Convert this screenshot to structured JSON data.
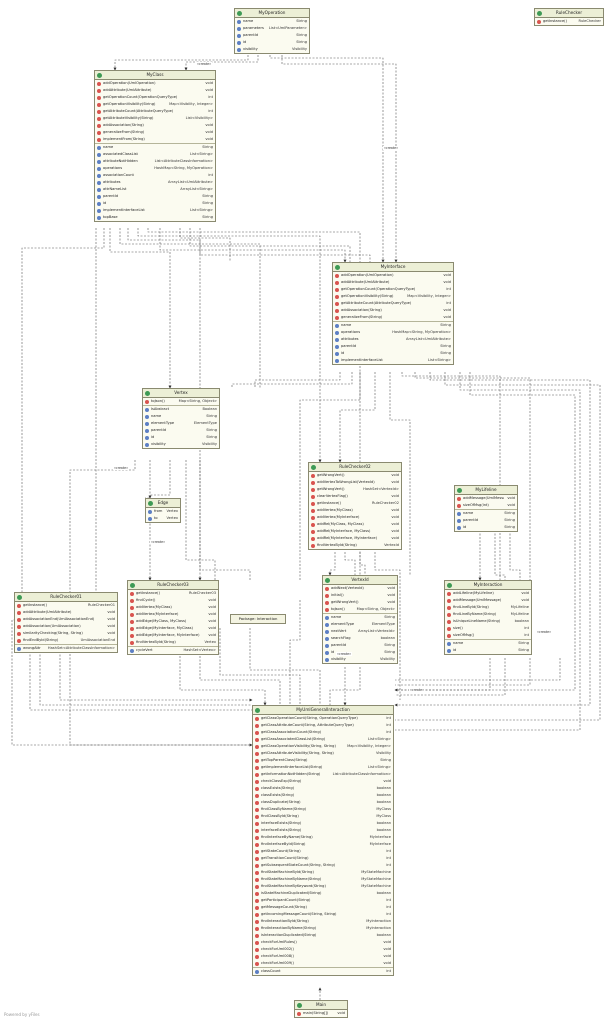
{
  "colors": {
    "header": "#ecefd6",
    "box": "#fbfbf0",
    "border": "#8a8a70",
    "class_icon": "#3e9a55",
    "method_icon": "#d9544f",
    "field_icon": "#5d7fc4"
  },
  "classes": {
    "rulechecker": {
      "title": "RuleChecker",
      "sections": [
        [
          {
            "k": "m",
            "n": "getInstance()",
            "t": "RuleChecker"
          }
        ]
      ]
    },
    "myoperation": {
      "title": "MyOperation",
      "sections": [
        [
          {
            "k": "f",
            "n": "name",
            "t": "String"
          },
          {
            "k": "f",
            "n": "parameters",
            "t": "List<UmlParameter>"
          },
          {
            "k": "f",
            "n": "parentId",
            "t": "String"
          },
          {
            "k": "f",
            "n": "id",
            "t": "String"
          },
          {
            "k": "f",
            "n": "visibility",
            "t": "Visibility"
          }
        ]
      ]
    },
    "myclass": {
      "title": "MyClass",
      "sections": [
        [
          {
            "k": "m",
            "n": "addOperation(UmlOperation)",
            "t": "void"
          },
          {
            "k": "m",
            "n": "addAttribute(UmlAttribute)",
            "t": "void"
          },
          {
            "k": "m",
            "n": "getOperationCount(OperationQueryType)",
            "t": "int"
          },
          {
            "k": "m",
            "n": "getOperationVisibility(String)",
            "t": "Map<Visibility, Integer>"
          },
          {
            "k": "m",
            "n": "getAttributeCount(AttributeQueryType)",
            "t": "int"
          },
          {
            "k": "m",
            "n": "getAttributeVisibility(String)",
            "t": "List<Visibility>"
          },
          {
            "k": "m",
            "n": "addAssociation(String)",
            "t": "void"
          },
          {
            "k": "m",
            "n": "generalizeFrom(String)",
            "t": "void"
          },
          {
            "k": "m",
            "n": "implementFrom(String)",
            "t": "void"
          }
        ],
        [
          {
            "k": "f",
            "n": "name",
            "t": "String"
          },
          {
            "k": "f",
            "n": "associatedClassList",
            "t": "List<String>"
          },
          {
            "k": "f",
            "n": "attributeNotHidden",
            "t": "List<AttributeClassInformation>"
          },
          {
            "k": "f",
            "n": "operations",
            "t": "HashMap<String, MyOperation>"
          },
          {
            "k": "f",
            "n": "associationCount",
            "t": "int"
          },
          {
            "k": "f",
            "n": "attributes",
            "t": "ArrayList<UmlAttribute>"
          },
          {
            "k": "f",
            "n": "attrNameList",
            "t": "ArrayList<String>"
          },
          {
            "k": "f",
            "n": "parentId",
            "t": "String"
          },
          {
            "k": "f",
            "n": "id",
            "t": "String"
          },
          {
            "k": "f",
            "n": "implementInterfaceList",
            "t": "List<String>"
          },
          {
            "k": "f",
            "n": "topBase",
            "t": "String"
          }
        ]
      ]
    },
    "myinterface": {
      "title": "MyInterface",
      "sections": [
        [
          {
            "k": "m",
            "n": "addOperation(UmlOperation)",
            "t": "void"
          },
          {
            "k": "m",
            "n": "addAttribute(UmlAttribute)",
            "t": "void"
          },
          {
            "k": "m",
            "n": "getOperationCount(OperationQueryType)",
            "t": "int"
          },
          {
            "k": "m",
            "n": "getOperationVisibility(String)",
            "t": "Map<Visibility, Integer>"
          },
          {
            "k": "m",
            "n": "getAttributeCount(AttributeQueryType)",
            "t": "int"
          },
          {
            "k": "m",
            "n": "addAssociation(String)",
            "t": "void"
          },
          {
            "k": "m",
            "n": "generalizeFrom(String)",
            "t": "void"
          }
        ],
        [
          {
            "k": "f",
            "n": "name",
            "t": "String"
          },
          {
            "k": "f",
            "n": "operations",
            "t": "HashMap<String, MyOperation>"
          },
          {
            "k": "f",
            "n": "attributes",
            "t": "ArrayList<UmlAttribute>"
          },
          {
            "k": "f",
            "n": "parentId",
            "t": "String"
          },
          {
            "k": "f",
            "n": "id",
            "t": "String"
          },
          {
            "k": "f",
            "n": "implementInterfaceList",
            "t": "List<String>"
          }
        ]
      ]
    },
    "vertex": {
      "title": "Vertex",
      "sections": [
        [
          {
            "k": "m",
            "n": "toJson()",
            "t": "Map<String, Object>"
          }
        ],
        [
          {
            "k": "f",
            "n": "IsAbstract",
            "t": "Boolean"
          },
          {
            "k": "f",
            "n": "name",
            "t": "String"
          },
          {
            "k": "f",
            "n": "elementType",
            "t": "ElementType"
          },
          {
            "k": "f",
            "n": "parentId",
            "t": "String"
          },
          {
            "k": "f",
            "n": "id",
            "t": "String"
          },
          {
            "k": "f",
            "n": "visibility",
            "t": "Visibility"
          }
        ]
      ]
    },
    "rulechecker02": {
      "title": "RuleChecker02",
      "sections": [
        [
          {
            "k": "m",
            "n": "getWrongVert()",
            "t": "void"
          },
          {
            "k": "m",
            "n": "addVertexToWrongList(VertexId)",
            "t": "void"
          },
          {
            "k": "m",
            "n": "getWrongVert()",
            "t": "HashSet<VertexId>"
          },
          {
            "k": "m",
            "n": "clearVertexFlag()",
            "t": "void"
          },
          {
            "k": "m",
            "n": "getInstance()",
            "t": "RuleChecker02"
          },
          {
            "k": "m",
            "n": "addVertex(MyClass)",
            "t": "void"
          },
          {
            "k": "m",
            "n": "addVertex(MyInterface)",
            "t": "void"
          },
          {
            "k": "m",
            "n": "addRel(MyClass, MyClass)",
            "t": "void"
          },
          {
            "k": "m",
            "n": "addRel(MyInterface, MyClass)",
            "t": "void"
          },
          {
            "k": "m",
            "n": "addRel(MyInterface, MyInterface)",
            "t": "void"
          },
          {
            "k": "m",
            "n": "findVertexById(String)",
            "t": "VertexId"
          }
        ]
      ]
    },
    "mylifeline": {
      "title": "MyLifeline",
      "sections": [
        [
          {
            "k": "m",
            "n": "addMessage(UmlMessage)",
            "t": "void"
          },
          {
            "k": "m",
            "n": "sizeOfMsg(int)",
            "t": "void"
          }
        ],
        [
          {
            "k": "f",
            "n": "name",
            "t": "String"
          },
          {
            "k": "f",
            "n": "parentId",
            "t": "String"
          },
          {
            "k": "f",
            "n": "id",
            "t": "String"
          }
        ]
      ]
    },
    "edge": {
      "title": "Edge",
      "sections": [
        [
          {
            "k": "f",
            "n": "from",
            "t": "Vertex"
          },
          {
            "k": "f",
            "n": "to",
            "t": "Vertex"
          }
        ]
      ]
    },
    "rulechecker03": {
      "title": "RuleChecker03",
      "sections": [
        [
          {
            "k": "m",
            "n": "getInstance()",
            "t": "RuleChecker03"
          },
          {
            "k": "m",
            "n": "findCycle()",
            "t": "void"
          },
          {
            "k": "m",
            "n": "addVertex(MyClass)",
            "t": "void"
          },
          {
            "k": "m",
            "n": "addVertex(MyInterface)",
            "t": "void"
          },
          {
            "k": "m",
            "n": "addEdge(MyClass, MyClass)",
            "t": "void"
          },
          {
            "k": "m",
            "n": "addEdge(MyInterface, MyClass)",
            "t": "void"
          },
          {
            "k": "m",
            "n": "addEdge(MyInterface, MyInterface)",
            "t": "void"
          },
          {
            "k": "m",
            "n": "findVertexById(String)",
            "t": "Vertex"
          }
        ],
        [
          {
            "k": "f",
            "n": "cycleVert",
            "t": "HashSet<Vertex>"
          }
        ]
      ]
    },
    "vertexid": {
      "title": "VertexId",
      "sections": [
        [
          {
            "k": "m",
            "n": "addNext(VertexId)",
            "t": "void"
          },
          {
            "k": "m",
            "n": "initial()",
            "t": "void"
          },
          {
            "k": "m",
            "n": "getWrongVert()",
            "t": "void"
          },
          {
            "k": "m",
            "n": "toJson()",
            "t": "Map<String, Object>"
          }
        ],
        [
          {
            "k": "f",
            "n": "name",
            "t": "String"
          },
          {
            "k": "f",
            "n": "elementType",
            "t": "ElementType"
          },
          {
            "k": "f",
            "n": "nextVert",
            "t": "ArrayList<VertexId>"
          },
          {
            "k": "f",
            "n": "searchFlag",
            "t": "boolean"
          },
          {
            "k": "f",
            "n": "parentId",
            "t": "String"
          },
          {
            "k": "f",
            "n": "id",
            "t": "String"
          },
          {
            "k": "f",
            "n": "visibility",
            "t": "Visibility"
          }
        ]
      ]
    },
    "myinteraction": {
      "title": "MyInteraction",
      "sections": [
        [
          {
            "k": "m",
            "n": "addLifeline(MyLifeline)",
            "t": "void"
          },
          {
            "k": "m",
            "n": "addMessage(UmlMessage)",
            "t": "void"
          },
          {
            "k": "m",
            "n": "findLineById(String)",
            "t": "MyLifeline"
          },
          {
            "k": "m",
            "n": "findLineByName(String)",
            "t": "MyLifeline"
          },
          {
            "k": "m",
            "n": "isUniqueLineName(String)",
            "t": "boolean"
          },
          {
            "k": "m",
            "n": "size()",
            "t": "int"
          },
          {
            "k": "m",
            "n": "sizeOfMsg()",
            "t": "int"
          }
        ],
        [
          {
            "k": "f",
            "n": "name",
            "t": "String"
          },
          {
            "k": "f",
            "n": "id",
            "t": "String"
          }
        ]
      ]
    },
    "rulechecker01": {
      "title": "RuleChecker01",
      "sections": [
        [
          {
            "k": "m",
            "n": "getInstance()",
            "t": "RuleChecker01"
          },
          {
            "k": "m",
            "n": "addAttribute(UmlAttribute)",
            "t": "void"
          },
          {
            "k": "m",
            "n": "addAssociationEnd(UmlAssociationEnd)",
            "t": "void"
          },
          {
            "k": "m",
            "n": "addAssociation(UmlAssociation)",
            "t": "void"
          },
          {
            "k": "m",
            "n": "similarityChecking(String, String)",
            "t": "void"
          },
          {
            "k": "m",
            "n": "findEndById(String)",
            "t": "UmlAssociationEnd"
          }
        ],
        [
          {
            "k": "f",
            "n": "wrongAttr",
            "t": "HashSet<AttributeClassInformation>"
          }
        ]
      ]
    },
    "mygeneralinteraction": {
      "title": "MyUmlGeneralInteraction",
      "sections": [
        [
          {
            "k": "m",
            "n": "getClassOperationCount(String, OperationQueryType)",
            "t": "int"
          },
          {
            "k": "m",
            "n": "getClassAttributeCount(String, AttributeQueryType)",
            "t": "int"
          },
          {
            "k": "m",
            "n": "getClassAssociationCount(String)",
            "t": "int"
          },
          {
            "k": "m",
            "n": "getClassAssociatedClassList(String)",
            "t": "List<String>"
          },
          {
            "k": "m",
            "n": "getClassOperationVisibility(String, String)",
            "t": "Map<Visibility, Integer>"
          },
          {
            "k": "m",
            "n": "getClassAttributeVisibility(String, String)",
            "t": "Visibility"
          },
          {
            "k": "m",
            "n": "getTopParentClass(String)",
            "t": "String"
          },
          {
            "k": "m",
            "n": "getImplementInterfaceList(String)",
            "t": "List<String>"
          },
          {
            "k": "m",
            "n": "getInformationNotHidden(String)",
            "t": "List<AttributeClassInformation>"
          },
          {
            "k": "m",
            "n": "checkClassExp(String)",
            "t": "void"
          },
          {
            "k": "m",
            "n": "classExists(String)",
            "t": "boolean"
          },
          {
            "k": "m",
            "n": "classExists(String)",
            "t": "boolean"
          },
          {
            "k": "m",
            "n": "classDuplicate(String)",
            "t": "boolean"
          },
          {
            "k": "m",
            "n": "findClassByName(String)",
            "t": "MyClass"
          },
          {
            "k": "m",
            "n": "findClassById(String)",
            "t": "MyClass"
          },
          {
            "k": "m",
            "n": "interfaceExists(String)",
            "t": "boolean"
          },
          {
            "k": "m",
            "n": "interfaceExists(String)",
            "t": "boolean"
          },
          {
            "k": "m",
            "n": "findInterfaceByName(String)",
            "t": "MyInterface"
          },
          {
            "k": "m",
            "n": "findInterfaceById(String)",
            "t": "MyInterface"
          },
          {
            "k": "m",
            "n": "getStateCount(String)",
            "t": "int"
          },
          {
            "k": "m",
            "n": "getTransitionCount(String)",
            "t": "int"
          },
          {
            "k": "m",
            "n": "getSubsequentStateCount(String, String)",
            "t": "int"
          },
          {
            "k": "m",
            "n": "findStateMachineById(String)",
            "t": "MyStateMachine"
          },
          {
            "k": "m",
            "n": "findStateMachineByName(String)",
            "t": "MyStateMachine"
          },
          {
            "k": "m",
            "n": "findStateMachineByKeyword(String)",
            "t": "MyStateMachine"
          },
          {
            "k": "m",
            "n": "isStateMachineDuplicated(String)",
            "t": "boolean"
          },
          {
            "k": "m",
            "n": "getParticipantCount(String)",
            "t": "int"
          },
          {
            "k": "m",
            "n": "getMessageCount(String)",
            "t": "int"
          },
          {
            "k": "m",
            "n": "getIncomingMessageCount(String, String)",
            "t": "int"
          },
          {
            "k": "m",
            "n": "findInteractionById(String)",
            "t": "MyInteraction"
          },
          {
            "k": "m",
            "n": "findInteractionByName(String)",
            "t": "MyInteraction"
          },
          {
            "k": "m",
            "n": "isInteractionDuplicated(String)",
            "t": "boolean"
          },
          {
            "k": "m",
            "n": "checkForUmlRules()",
            "t": "void"
          },
          {
            "k": "m",
            "n": "checkForUml002()",
            "t": "void"
          },
          {
            "k": "m",
            "n": "checkForUml008()",
            "t": "void"
          },
          {
            "k": "m",
            "n": "checkForUml009()",
            "t": "void"
          }
        ],
        [
          {
            "k": "f",
            "n": "classCount",
            "t": "int"
          }
        ]
      ]
    },
    "main": {
      "title": "Main",
      "sections": [
        [
          {
            "k": "m",
            "n": "main(String[])",
            "t": "void"
          }
        ]
      ]
    }
  },
  "package": {
    "label": "Package: Interaction"
  },
  "labels": {
    "create": "«create»"
  },
  "watermark": "Powered by yFiles"
}
